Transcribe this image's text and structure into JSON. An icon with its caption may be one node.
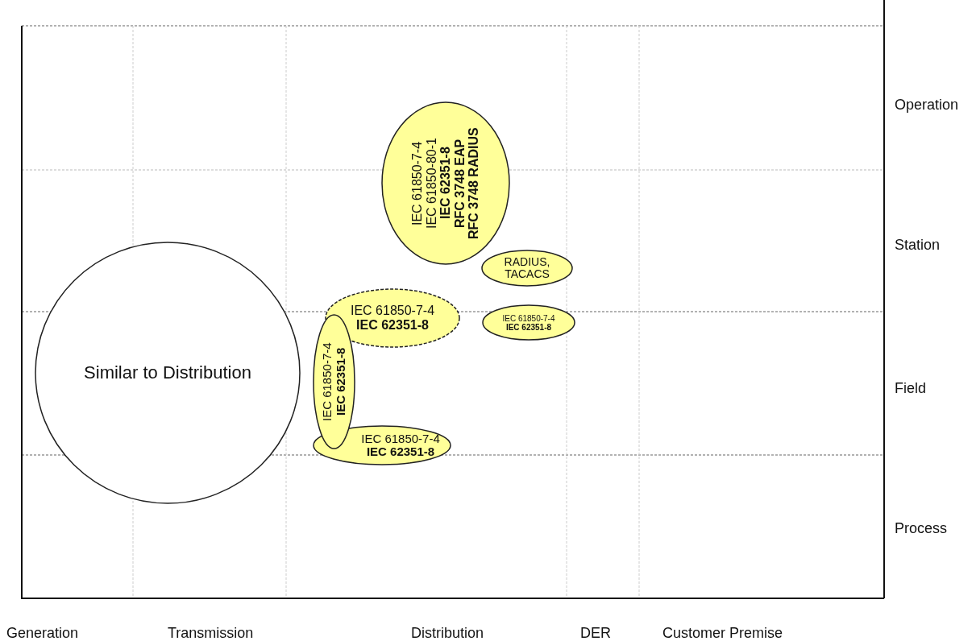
{
  "diagram": {
    "nodes": [
      {
        "text": [
          "Similar to Distribution"
        ]
      },
      {
        "text": [
          "IEC 61850-7-4",
          "IEC 61850-80-1",
          "IEC 62351-8",
          "RFC 3748 EAP",
          "RFC 3748 RADIUS"
        ]
      },
      {
        "text": [
          "RADIUS, TACACS"
        ]
      },
      {
        "text": [
          "IEC 61850-7-4",
          "IEC 62351-8"
        ]
      },
      {
        "text": [
          "IEC 61850-7-4",
          "IEC 62351-8"
        ]
      },
      {
        "text": [
          "IEC 61850-7-4",
          "IEC 62351-8"
        ]
      },
      {
        "text": [
          "IEC 61850-7-4",
          "IEC 62351-8"
        ]
      }
    ],
    "edges": [],
    "labels": [
      "Operation",
      "Station",
      "Field",
      "Process",
      "Generation",
      "Transmission",
      "Distribution",
      "DER",
      "Customer Premise"
    ]
  }
}
